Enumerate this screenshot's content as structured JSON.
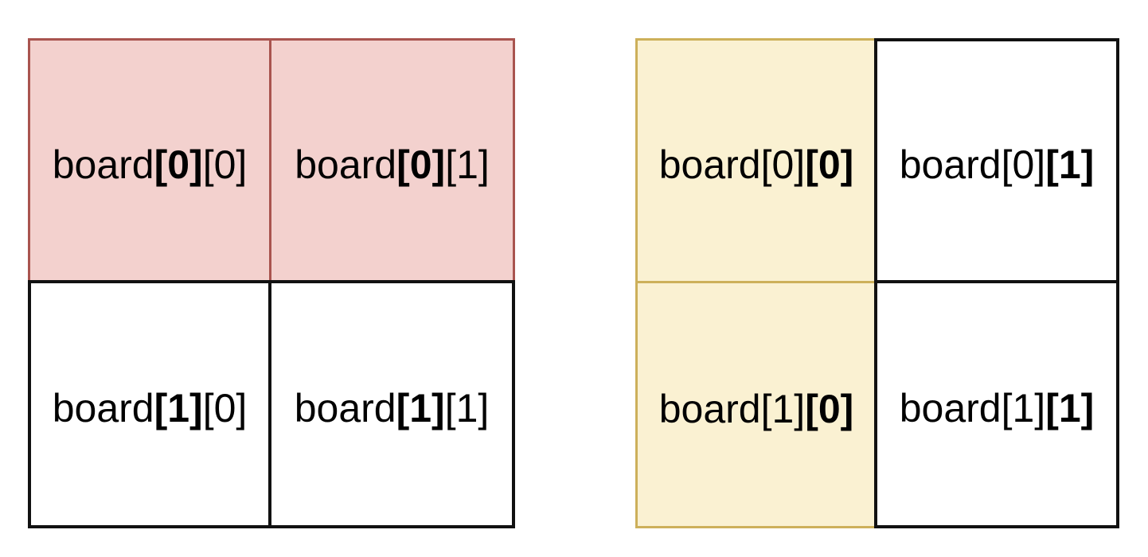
{
  "colors": {
    "page_bg": "#ffffff",
    "row_highlight_fill": "#f3d1ce",
    "row_highlight_border": "#a9544f",
    "col_highlight_fill": "#faf1d2",
    "col_highlight_border": "#cdb05a",
    "cell_border": "#111111",
    "text": "#000000"
  },
  "left_grid": {
    "highlighted_cells": "row 0",
    "bold_segment": "row index",
    "cells": [
      {
        "base": "board",
        "row": "[0]",
        "col": "[0]"
      },
      {
        "base": "board",
        "row": "[0]",
        "col": "[1]"
      },
      {
        "base": "board",
        "row": "[1]",
        "col": "[0]"
      },
      {
        "base": "board",
        "row": "[1]",
        "col": "[1]"
      }
    ]
  },
  "right_grid": {
    "highlighted_cells": "column 0",
    "bold_segment": "column index",
    "cells": [
      {
        "base": "board",
        "row": "[0]",
        "col": "[0]"
      },
      {
        "base": "board",
        "row": "[0]",
        "col": "[1]"
      },
      {
        "base": "board",
        "row": "[1]",
        "col": "[0]"
      },
      {
        "base": "board",
        "row": "[1]",
        "col": "[1]"
      }
    ]
  }
}
